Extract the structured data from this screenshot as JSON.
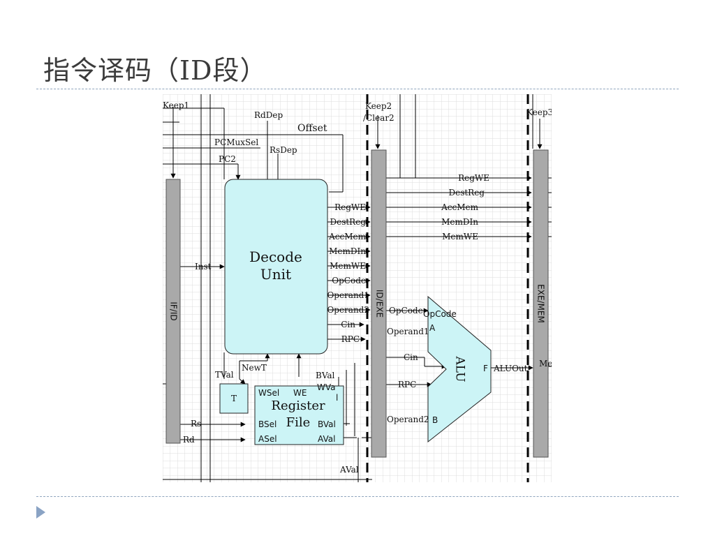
{
  "slide": {
    "title": "指令译码（ID段）"
  },
  "icons": {
    "bullet": "triangle-right-icon"
  },
  "colors": {
    "block_fill": "#ccf4f6",
    "latch_fill": "#a9a9a9",
    "grid": "#dcdcdc",
    "rule": "#8fa5bd"
  },
  "diagram": {
    "top_labels": {
      "keep1": "Keep1",
      "rddep": "RdDep",
      "offset": "Offset",
      "pcmuxsel": "PCMuxSel",
      "rsdep": "RsDep",
      "pc2": "PC2",
      "keep2": "Keep2",
      "clear2": "/Clear2",
      "keep3": "Keep3"
    },
    "latches": {
      "if_id": "IF/ID",
      "id_exe": "ID/EXE",
      "exe_mem": "EXE/MEM"
    },
    "decode_unit": {
      "line1": "Decode",
      "line2": "Unit",
      "input": "Inst"
    },
    "decode_outputs": [
      "RegWE",
      "DestReg",
      "AccMem",
      "MemDIn",
      "MemWE",
      "OpCode",
      "Operand1",
      "Operand2",
      "Cin",
      "RPC"
    ],
    "exe_signals": [
      "RegWE",
      "DestReg",
      "AccMem",
      "MemDIn",
      "MemWE"
    ],
    "alu": {
      "label": "ALU",
      "opcode_top": "OpCode",
      "opcode_in": "OpCode",
      "operand1": "Operand1",
      "cin": "Cin",
      "rpc": "RPC",
      "operand2": "Operand2",
      "port_a": "A",
      "port_b": "B",
      "port_f": "F",
      "output": "ALUOut",
      "output_next": "Me"
    },
    "t_register": {
      "label": "T",
      "tval": "TVal",
      "newt": "NewT"
    },
    "register_file": {
      "line1": "Register",
      "line2": "File",
      "wsel": "WSel",
      "we": "WE",
      "wva": "WVa",
      "wva_tail": "l",
      "bsel": "BSel",
      "bval": "BVal",
      "asel": "ASel",
      "aval": "AVal"
    },
    "misc_labels": {
      "bval": "BVal",
      "aval": "AVal",
      "rs": "Rs",
      "rd": "Rd"
    }
  }
}
